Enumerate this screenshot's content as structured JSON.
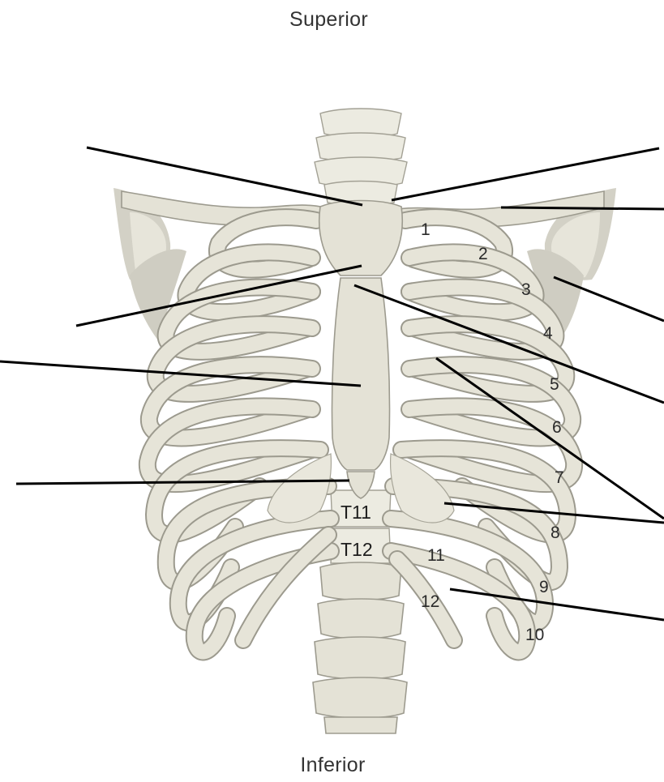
{
  "orientation": {
    "superior": "Superior",
    "inferior": "Inferior"
  },
  "rib_numbers": [
    "1",
    "2",
    "3",
    "4",
    "5",
    "6",
    "7",
    "8",
    "9",
    "10",
    "11",
    "12"
  ],
  "vertebra_labels": [
    "T11",
    "T12"
  ],
  "colors": {
    "bone": "#e4e2d6",
    "bone_outline": "#9d9b8f",
    "cartilage": "#e9e7dc",
    "leader_line": "#000000",
    "background": "#ffffff"
  }
}
